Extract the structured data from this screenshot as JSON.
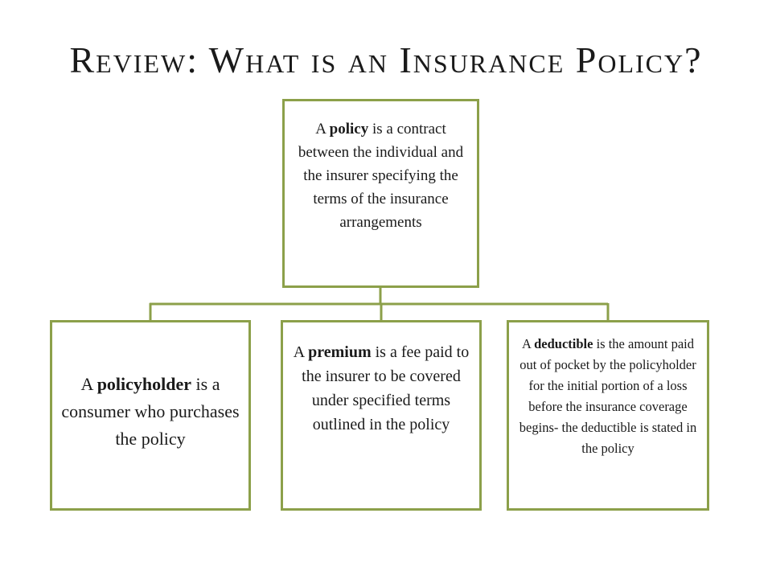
{
  "title": "Review: What is an Insurance Policy?",
  "colors": {
    "border": "#8ca04a",
    "text": "#1a1a1a"
  },
  "top_box": {
    "pre": "A ",
    "term": "policy",
    "post": " is a contract between the individual and the insurer specifying the terms of the insurance arrangements"
  },
  "children": [
    {
      "pre": "A ",
      "term": "policyholder",
      "post": " is a consumer who purchases the policy"
    },
    {
      "pre": "A ",
      "term": "premium",
      "post": " is a fee paid to the insurer to be covered under specified terms outlined in the policy"
    },
    {
      "pre": "A ",
      "term": "deductible",
      "post": " is the amount paid out of pocket by the policyholder for the initial portion of a loss before the insurance coverage begins- the deductible is stated in the policy"
    }
  ]
}
